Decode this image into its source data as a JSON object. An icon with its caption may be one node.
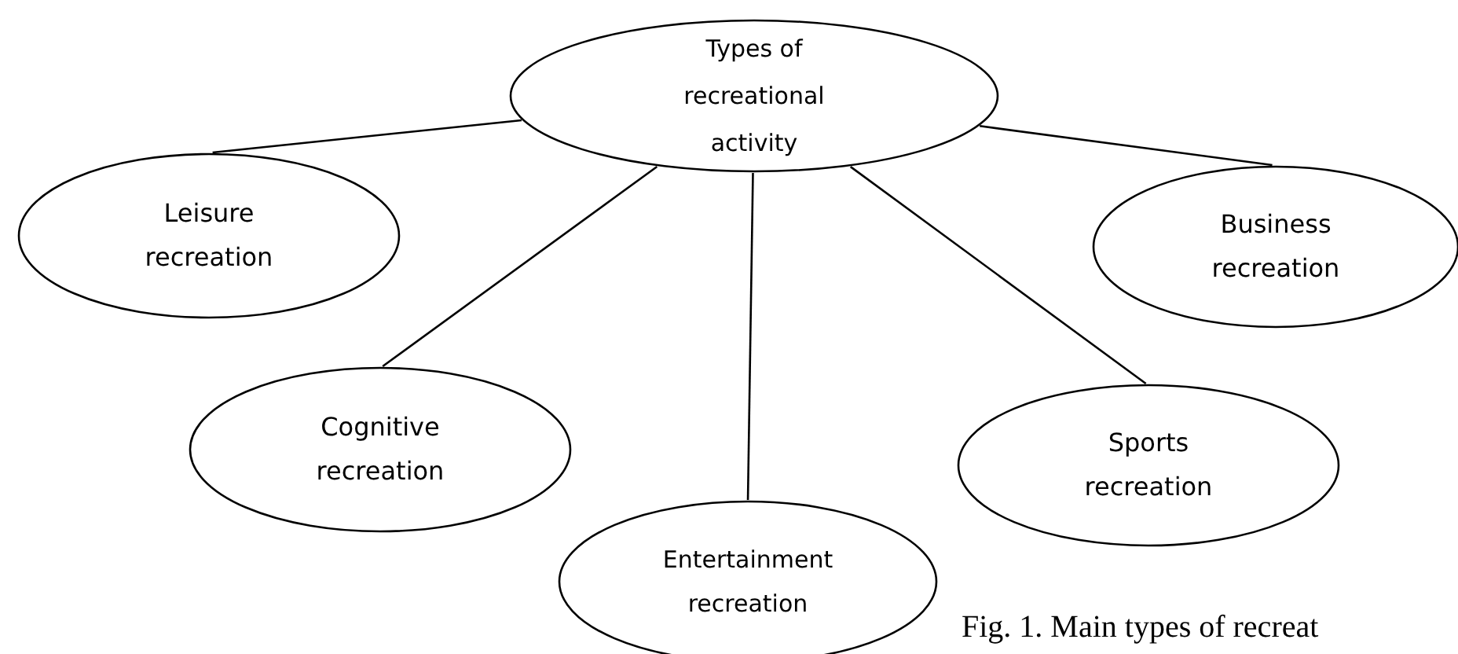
{
  "diagram": {
    "caption": "Fig. 1. Main types of recreat",
    "nodes": [
      {
        "text": [
          "Types of recreational activity"
        ]
      },
      {
        "text": [
          "Leisure recreation"
        ]
      },
      {
        "text": [
          "Business recreation"
        ]
      },
      {
        "text": [
          "Cognitive recreation"
        ]
      },
      {
        "text": [
          "Sports recreation"
        ]
      },
      {
        "text": [
          "Entertainment recreation"
        ]
      }
    ],
    "edges": [
      {
        "from": 0,
        "to": 1,
        "arrow": "none"
      },
      {
        "from": 0,
        "to": 3,
        "arrow": "none"
      },
      {
        "from": 0,
        "to": 5,
        "arrow": "none"
      },
      {
        "from": 0,
        "to": 4,
        "arrow": "none"
      },
      {
        "from": 0,
        "to": 2,
        "arrow": "none"
      }
    ]
  }
}
